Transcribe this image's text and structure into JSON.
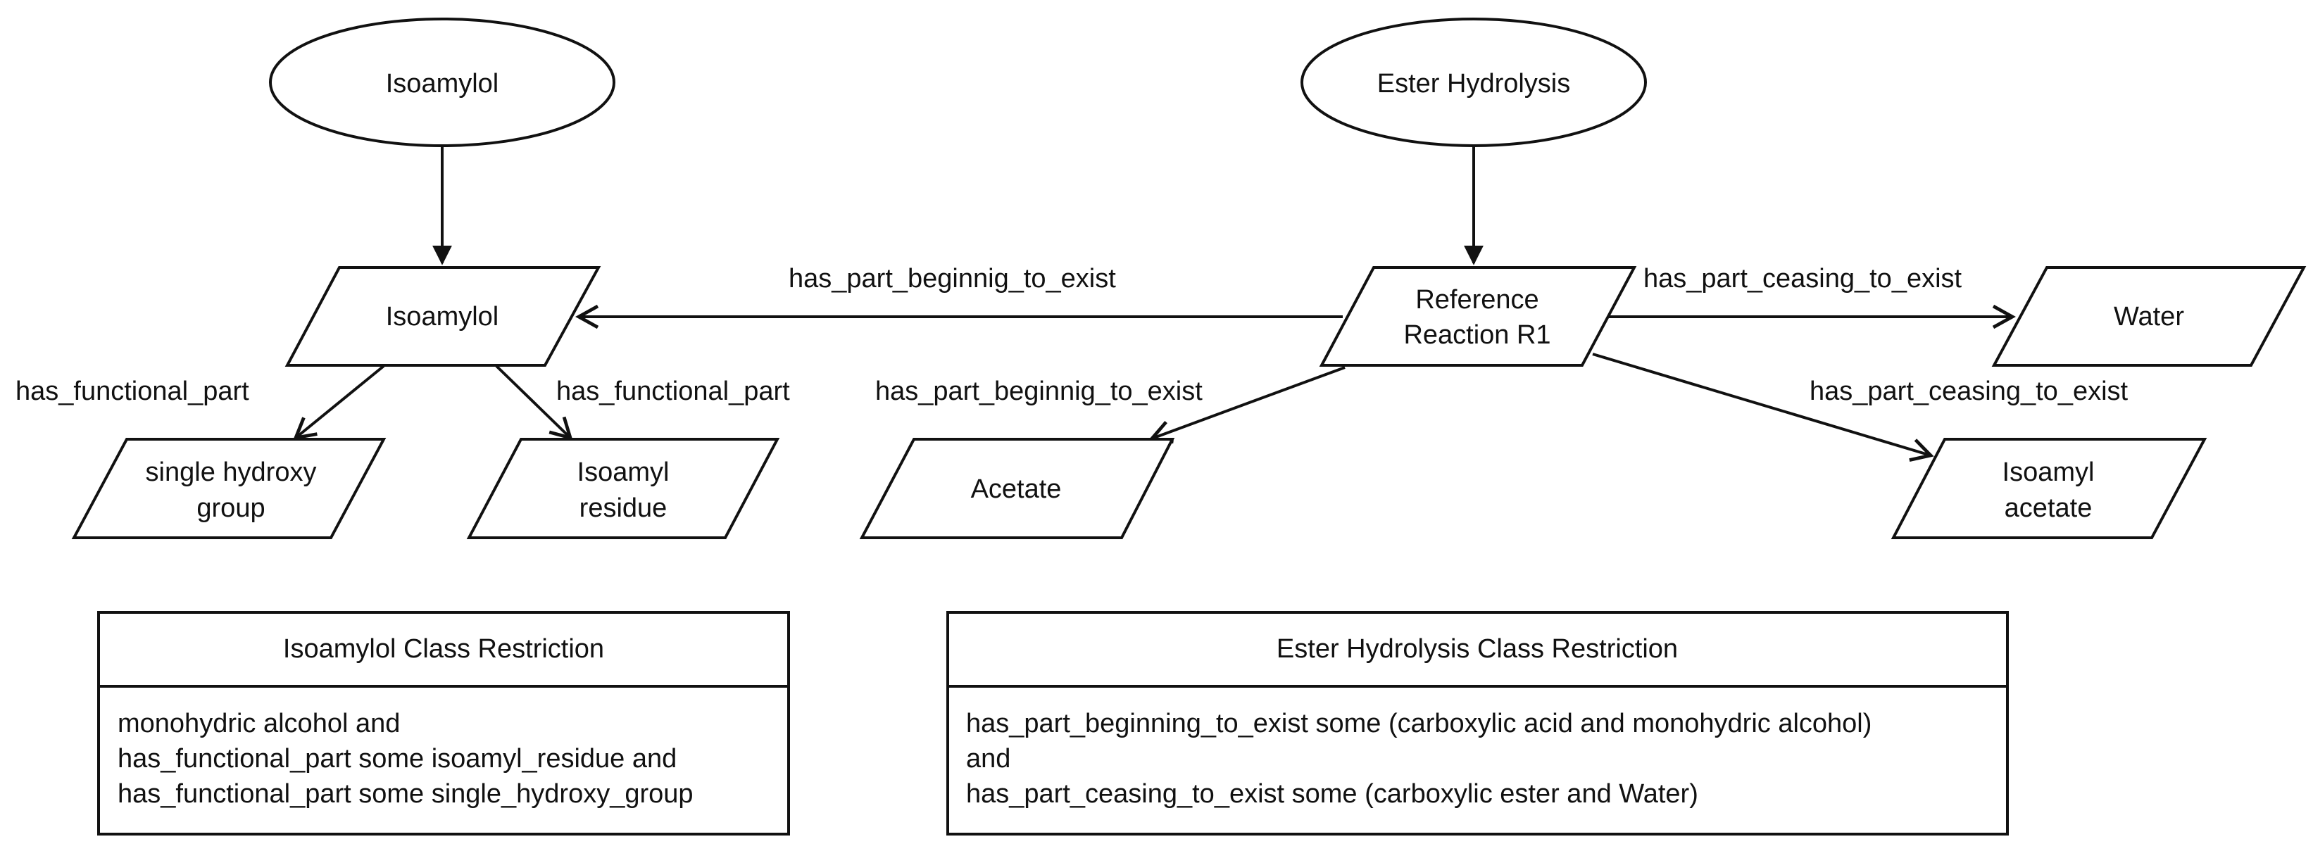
{
  "nodes": {
    "isoamylol_class": {
      "label": "Isoamylol",
      "shape": "ellipse"
    },
    "ester_hydrolysis_class": {
      "label": "Ester Hydrolysis",
      "shape": "ellipse"
    },
    "isoamylol": {
      "label": "Isoamylol",
      "shape": "parallelogram"
    },
    "single_hydroxy_group": {
      "line1": "single hydroxy",
      "line2": "group",
      "shape": "parallelogram"
    },
    "isoamyl_residue": {
      "line1": "Isoamyl",
      "line2": "residue",
      "shape": "parallelogram"
    },
    "reference_reaction": {
      "line1": "Reference",
      "line2": "Reaction R1",
      "shape": "parallelogram"
    },
    "water": {
      "label": "Water",
      "shape": "parallelogram"
    },
    "acetate": {
      "label": "Acetate",
      "shape": "parallelogram"
    },
    "isoamyl_acetate": {
      "line1": "Isoamyl",
      "line2": "acetate",
      "shape": "parallelogram"
    }
  },
  "edges": {
    "isoamylol_to_single_hydroxy": "has_functional_part",
    "isoamylol_to_isoamyl_residue": "has_functional_part",
    "reaction_to_isoamylol": "has_part_beginnig_to_exist",
    "reaction_to_acetate": "has_part_beginnig_to_exist",
    "reaction_to_water": "has_part_ceasing_to_exist",
    "reaction_to_isoamyl_acetate": "has_part_ceasing_to_exist"
  },
  "restrictions": {
    "isoamylol": {
      "title": "Isoamylol Class Restriction",
      "lines": [
        "monohydric alcohol and",
        "has_functional_part some isoamyl_residue and",
        "has_functional_part some single_hydroxy_group"
      ]
    },
    "ester_hydrolysis": {
      "title": "Ester Hydrolysis Class Restriction",
      "lines": [
        "has_part_beginning_to_exist some (carboxylic acid and monohydric alcohol)",
        "and",
        "has_part_ceasing_to_exist some (carboxylic ester and Water)"
      ]
    }
  }
}
